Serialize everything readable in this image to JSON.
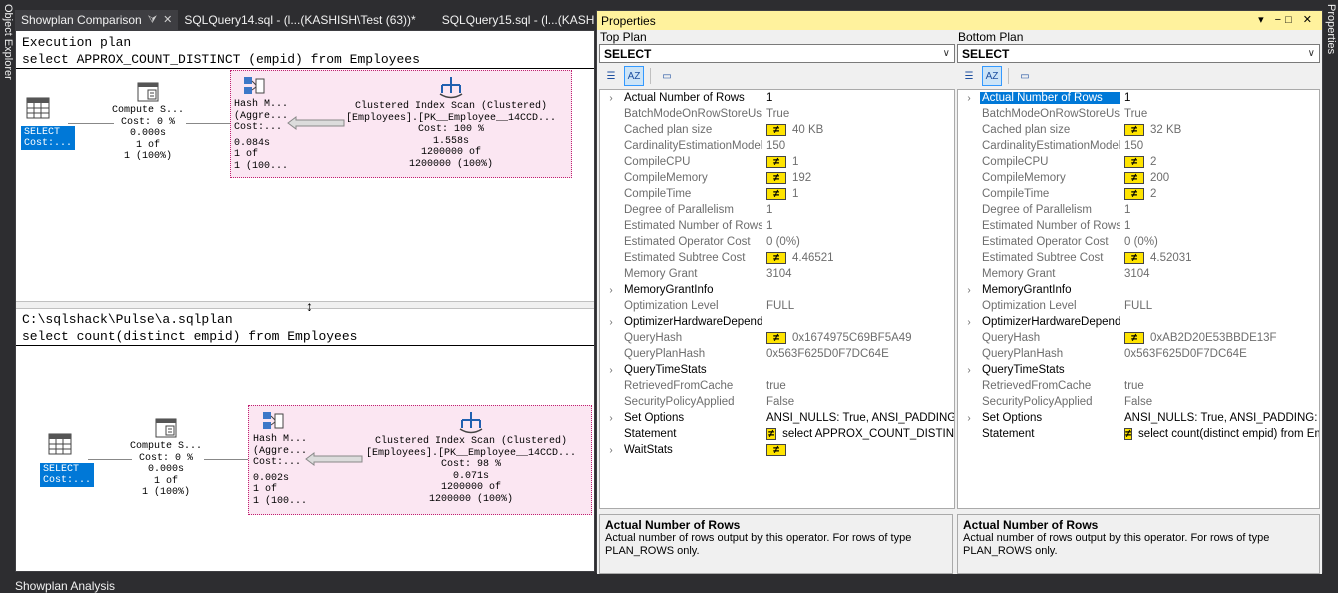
{
  "side": {
    "left_label": "Object Explorer",
    "right_label": "Properties"
  },
  "tabs": [
    {
      "label": "Showplan Comparison",
      "active": true
    },
    {
      "label": "SQLQuery14.sql - (l...(KASHISH\\Test (63))*"
    },
    {
      "label": "SQLQuery15.sql - (l...(KASH"
    }
  ],
  "top_plan": {
    "header_line1": "Execution plan",
    "header_line2": "select APPROX_COUNT_DISTINCT (empid) from Employees",
    "select_op": {
      "line1": "SELECT",
      "line2": "Cost:..."
    },
    "compute_op": {
      "name": "Compute S...",
      "cost": "Cost: 0 %",
      "time": "0.000s",
      "rows": "1 of",
      "pct": "1 (100%)"
    },
    "hash_op": {
      "name": "Hash M...",
      "sub": "(Aggre...",
      "cost": "Cost:...",
      "time": "0.084s",
      "rows": "1 of",
      "pct": "1 (100..."
    },
    "scan_op": {
      "name": "Clustered Index Scan (Clustered)",
      "sub": "[Employees].[PK__Employee__14CCD...",
      "cost": "Cost: 100 %",
      "time": "1.558s",
      "rows": "1200000 of",
      "pct": "1200000 (100%)"
    }
  },
  "bottom_plan": {
    "header_line1": "C:\\sqlshack\\Pulse\\a.sqlplan",
    "header_line2": "select count(distinct empid) from Employees",
    "select_op": {
      "line1": "SELECT",
      "line2": "Cost:..."
    },
    "compute_op": {
      "name": "Compute S...",
      "cost": "Cost: 0 %",
      "time": "0.000s",
      "rows": "1 of",
      "pct": "1 (100%)"
    },
    "hash_op": {
      "name": "Hash M...",
      "sub": "(Aggre...",
      "cost": "Cost:...",
      "time": "0.002s",
      "rows": "1 of",
      "pct": "1 (100..."
    },
    "scan_op": {
      "name": "Clustered Index Scan (Clustered)",
      "sub": "[Employees].[PK__Employee__14CCD...",
      "cost": "Cost: 98 %",
      "time": "0.071s",
      "rows": "1200000 of",
      "pct": "1200000 (100%)"
    }
  },
  "status": {
    "label": "Showplan Analysis"
  },
  "properties": {
    "title": "Properties",
    "title_controls": "▾ −□ ✕",
    "left": {
      "label": "Top Plan",
      "selected": "SELECT",
      "rows": [
        {
          "name": "Actual Number of Rows",
          "value": "1",
          "cat": true
        },
        {
          "name": "BatchModeOnRowStoreUse",
          "value": "True"
        },
        {
          "name": "Cached plan size",
          "value": "40 KB",
          "neq": true
        },
        {
          "name": "CardinalityEstimationModelVe",
          "value": "150"
        },
        {
          "name": "CompileCPU",
          "value": "1",
          "neq": true
        },
        {
          "name": "CompileMemory",
          "value": "192",
          "neq": true
        },
        {
          "name": "CompileTime",
          "value": "1",
          "neq": true
        },
        {
          "name": "Degree of Parallelism",
          "value": "1"
        },
        {
          "name": "Estimated Number of Rows",
          "value": "1"
        },
        {
          "name": "Estimated Operator Cost",
          "value": "0 (0%)"
        },
        {
          "name": "Estimated Subtree Cost",
          "value": "4.46521",
          "neq": true
        },
        {
          "name": "Memory Grant",
          "value": "3104"
        },
        {
          "name": "MemoryGrantInfo",
          "value": "",
          "cat": true
        },
        {
          "name": "Optimization Level",
          "value": "FULL"
        },
        {
          "name": "OptimizerHardwareDepender",
          "value": "",
          "cat": true
        },
        {
          "name": "QueryHash",
          "value": "0x1674975C69BF5A49",
          "neq": true
        },
        {
          "name": "QueryPlanHash",
          "value": "0x563F625D0F7DC64E"
        },
        {
          "name": "QueryTimeStats",
          "value": "",
          "cat": true
        },
        {
          "name": "RetrievedFromCache",
          "value": "true"
        },
        {
          "name": "SecurityPolicyApplied",
          "value": "False"
        },
        {
          "name": "Set Options",
          "value": "ANSI_NULLS: True, ANSI_PADDING:",
          "cat": true
        },
        {
          "name": "Statement",
          "value": "select APPROX_COUNT_DISTIN",
          "neq": true,
          "catname": true
        },
        {
          "name": "WaitStats",
          "value": "",
          "neq": true,
          "cat": true
        }
      ],
      "desc_title": "Actual Number of Rows",
      "desc_text": "Actual number of rows output by this operator. For rows of type PLAN_ROWS only."
    },
    "right": {
      "label": "Bottom Plan",
      "selected": "SELECT",
      "rows": [
        {
          "name": "Actual Number of Rows",
          "value": "1",
          "cat": true,
          "selected": true
        },
        {
          "name": "BatchModeOnRowStoreUsed",
          "value": "True"
        },
        {
          "name": "Cached plan size",
          "value": "32 KB",
          "neq": true
        },
        {
          "name": "CardinalityEstimationModelVers",
          "value": "150"
        },
        {
          "name": "CompileCPU",
          "value": "2",
          "neq": true
        },
        {
          "name": "CompileMemory",
          "value": "200",
          "neq": true
        },
        {
          "name": "CompileTime",
          "value": "2",
          "neq": true
        },
        {
          "name": "Degree of Parallelism",
          "value": "1"
        },
        {
          "name": "Estimated Number of Rows",
          "value": "1"
        },
        {
          "name": "Estimated Operator Cost",
          "value": "0 (0%)"
        },
        {
          "name": "Estimated Subtree Cost",
          "value": "4.52031",
          "neq": true
        },
        {
          "name": "Memory Grant",
          "value": "3104"
        },
        {
          "name": "MemoryGrantInfo",
          "value": "",
          "cat": true
        },
        {
          "name": "Optimization Level",
          "value": "FULL"
        },
        {
          "name": "OptimizerHardwareDependentl",
          "value": "",
          "cat": true
        },
        {
          "name": "QueryHash",
          "value": "0xAB2D20E53BBDE13F",
          "neq": true
        },
        {
          "name": "QueryPlanHash",
          "value": "0x563F625D0F7DC64E"
        },
        {
          "name": "QueryTimeStats",
          "value": "",
          "cat": true
        },
        {
          "name": "RetrievedFromCache",
          "value": "true"
        },
        {
          "name": "SecurityPolicyApplied",
          "value": "False"
        },
        {
          "name": "Set Options",
          "value": "ANSI_NULLS: True, ANSI_PADDING: T",
          "cat": true
        },
        {
          "name": "Statement",
          "value": "select count(distinct empid) from Em",
          "neq": true,
          "catname": true
        }
      ],
      "desc_title": "Actual Number of Rows",
      "desc_text": "Actual number of rows output by this operator. For rows of type PLAN_ROWS only."
    }
  }
}
